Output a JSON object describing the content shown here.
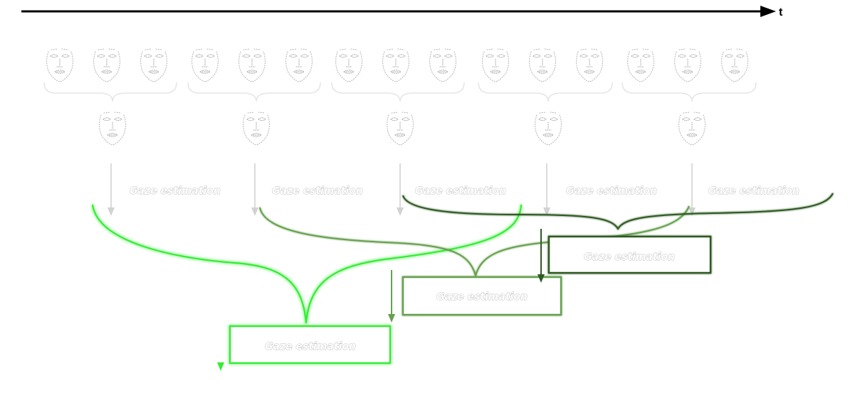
{
  "axis": {
    "label": "t"
  },
  "labels": {
    "gaze_estimation": "Gaze estimation"
  },
  "stages": [
    {
      "label": "Gaze estimation"
    },
    {
      "label": "Gaze estimation"
    },
    {
      "label": "Gaze estimation"
    },
    {
      "label": "Gaze estimation"
    },
    {
      "label": "Gaze estimation"
    }
  ],
  "output_boxes": [
    {
      "label": "Gaze estimation"
    },
    {
      "label": "Gaze estimation"
    },
    {
      "label": "Gaze estimation"
    }
  ],
  "colors": {
    "axis": "#000000",
    "bright_green": "#33ee33",
    "mid_green": "#66a050",
    "dark_green": "#2f5a24",
    "light_gray": "#d2d2d2"
  }
}
